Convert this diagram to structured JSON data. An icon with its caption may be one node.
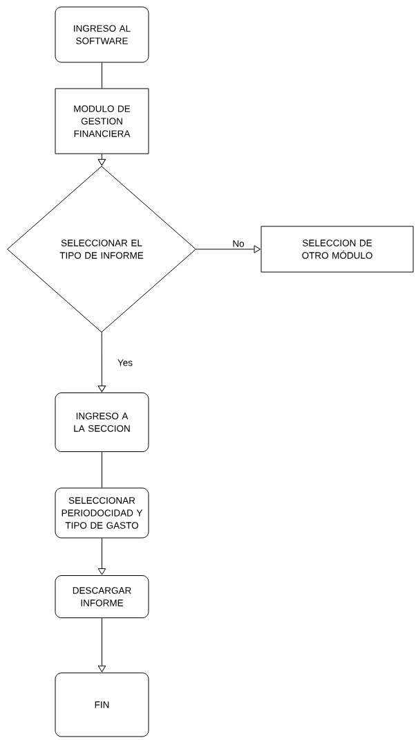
{
  "diagram": {
    "nodes": [
      {
        "text": [
          "INGRESO AL SOFTWARE"
        ]
      },
      {
        "text": [
          "MODULO DE GESTION FINANCIERA"
        ]
      },
      {
        "text": [
          "SELECCIONAR EL TIPO DE INFORME"
        ]
      },
      {
        "text": [
          "SELECCION DE OTRO MÓDULO"
        ]
      },
      {
        "text": [
          "INGRESO A LA SECCION"
        ]
      },
      {
        "text": [
          "SELECCIONAR PERIODOCIDAD Y TIPO DE GASTO"
        ]
      },
      {
        "text": [
          "DESCARGAR INFORME"
        ]
      },
      {
        "text": [
          "FIN"
        ]
      }
    ],
    "edges": [
      {
        "from": 0,
        "to": 1,
        "arrow": "none"
      },
      {
        "from": 1,
        "to": 2,
        "arrow": "to"
      },
      {
        "from": 2,
        "to": 3,
        "arrow": "to",
        "label": "No"
      },
      {
        "from": 2,
        "to": 4,
        "arrow": "to",
        "label": "Yes"
      },
      {
        "from": 4,
        "to": 5,
        "arrow": "none"
      },
      {
        "from": 5,
        "to": 6,
        "arrow": "to"
      },
      {
        "from": 6,
        "to": 7,
        "arrow": "to"
      }
    ]
  }
}
